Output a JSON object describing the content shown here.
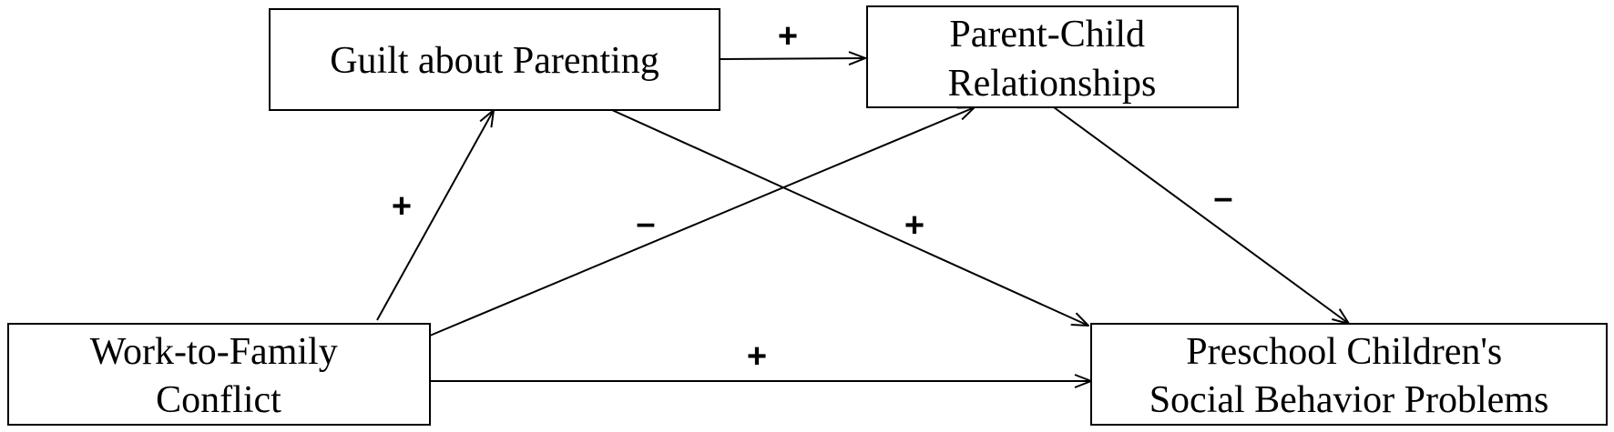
{
  "nodes": {
    "guilt": {
      "lines": [
        "Guilt about Parenting"
      ]
    },
    "pcr": {
      "lines": [
        "Parent-Child",
        "Relationships"
      ]
    },
    "wfc": {
      "lines": [
        "Work-to-Family",
        "Conflict"
      ]
    },
    "sbp": {
      "lines": [
        "Preschool Children's",
        "Social Behavior Problems"
      ]
    }
  },
  "edges": {
    "guilt_pcr": {
      "sign": "+"
    },
    "wfc_guilt": {
      "sign": "+"
    },
    "wfc_pcr": {
      "sign": "–"
    },
    "guilt_sbp": {
      "sign": "+"
    },
    "pcr_sbp": {
      "sign": "–"
    },
    "wfc_sbp": {
      "sign": "+"
    }
  }
}
